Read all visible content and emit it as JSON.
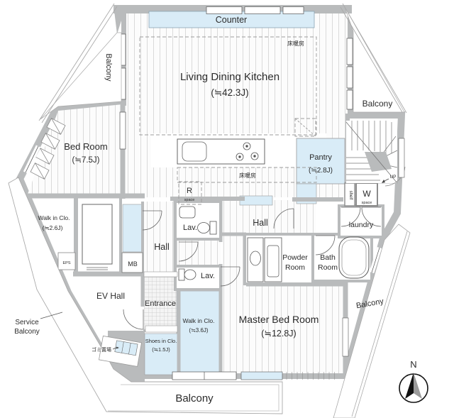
{
  "title": "apartment-floor-plan",
  "colors": {
    "wall": "#b9bbbc",
    "highlight_blue": "#d9ecf7",
    "floor_stripe": "#dadada"
  },
  "labels": {
    "counter": "Counter",
    "ldk_name": "Living Dining Kitchen",
    "ldk_size": "(≒42.3J)",
    "floor_heating": "床暖房",
    "balcony": "Balcony",
    "bed_room_name": "Bed Room",
    "bed_room_size": "(≒7.5J)",
    "pantry_name": "Pantry",
    "pantry_size": "(≒2.8J)",
    "wic_bedroom_name": "Walk in Clo.",
    "wic_bedroom_size": "(≒2.6J)",
    "wic_master_name": "Walk in Clo.",
    "wic_master_size": "(≒3.6J)",
    "shoes_name": "Shoes in Clo.",
    "shoes_size": "(≒1.5J)",
    "master_name": "Master Bed Room",
    "master_size": "(≒12.8J)",
    "powder_line1": "Powder",
    "powder_line2": "Room",
    "bath_line1": "Bath",
    "bath_line2": "Room",
    "laundry": "laundry",
    "hall": "Hall",
    "ev_hall": "EV Hall",
    "entrance": "Entrance",
    "lav": "Lav.",
    "mb": "MB",
    "eps": "EPS",
    "r_label": "R",
    "w_label": "W",
    "space_sub": "space",
    "shelf": "shelf",
    "up": "UP",
    "north": "N",
    "service_line1": "Service",
    "service_line2": "Balcony",
    "garbage": "ゴミ置場"
  }
}
